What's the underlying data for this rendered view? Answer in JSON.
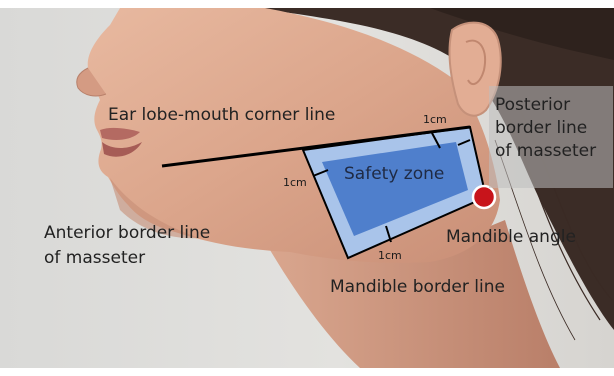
{
  "figure": {
    "labels": {
      "ear_lobe_mouth_corner_line": "Ear lobe-mouth corner line",
      "posterior_border_line": [
        "Posterior",
        "border line",
        "of masseter"
      ],
      "anterior_border_line": [
        "Anterior border line",
        "of masseter"
      ],
      "mandible_angle": "Mandible angle",
      "mandible_border_line": "Mandible border line",
      "safety_zone": "Safety zone",
      "dist_top": "1cm",
      "dist_left": "1cm",
      "dist_bottom": "1cm"
    },
    "colors": {
      "outer_zone": "#a9c4ea",
      "inner_zone": "#4f7fcc",
      "marker": "#c8141b",
      "marker_ring": "#ffffff",
      "lines": "#000000"
    }
  }
}
